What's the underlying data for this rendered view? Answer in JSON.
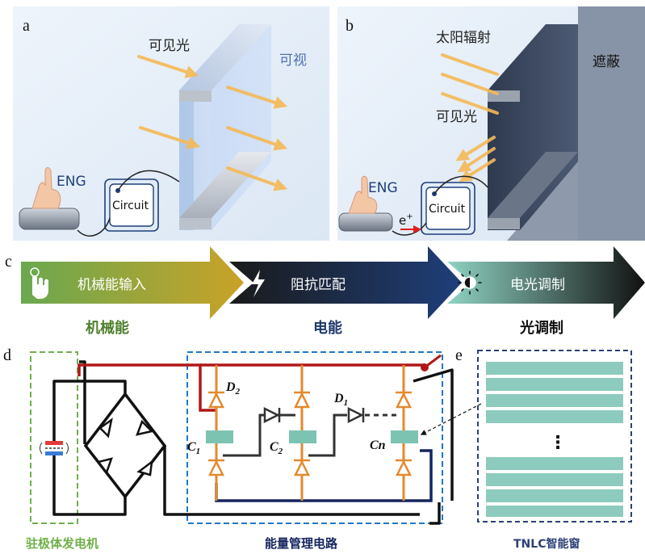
{
  "panel_labels": {
    "a": "a",
    "b": "b",
    "c": "c",
    "d": "d",
    "e": "e"
  },
  "panel_a": {
    "visible_light": "可见光",
    "visible": "可视",
    "eng": "ENG",
    "circuit": "Circuit"
  },
  "panel_b": {
    "solar_radiation": "太阳辐射",
    "visible_light": "可见光",
    "shield": "遮蔽",
    "eng": "ENG",
    "circuit": "Circuit",
    "electron": "e",
    "electron_sup": "+"
  },
  "panel_c": {
    "stage1": "机械能输入",
    "stage2": "阻抗匹配",
    "stage3": "电光调制",
    "cat1": "机械能",
    "cat2": "电能",
    "cat3": "光调制",
    "colors": {
      "cat1": "#4e7f2c",
      "cat2": "#1f3a6b",
      "cat3": "#111111"
    }
  },
  "panel_d": {
    "d2": "D",
    "d2_sub": "2",
    "d1": "D",
    "d1_sub": "1",
    "c1": "C",
    "c1_sub": "1",
    "c2": "C",
    "c2_sub": "2",
    "cn": "Cn",
    "dots": "...",
    "teng_caption": "驻极体发电机",
    "pmc_caption": "能量管理电路",
    "colors": {
      "teng": "#6fb04a",
      "pmc": "#1f78c8",
      "wire_red": "#b01818",
      "wire_navy": "#15245e"
    }
  },
  "panel_e": {
    "ellipsis": "⋮",
    "caption": "TNLC智能窗",
    "colors": {
      "bar": "#8ccbbd",
      "frame": "#2c3f78"
    }
  }
}
